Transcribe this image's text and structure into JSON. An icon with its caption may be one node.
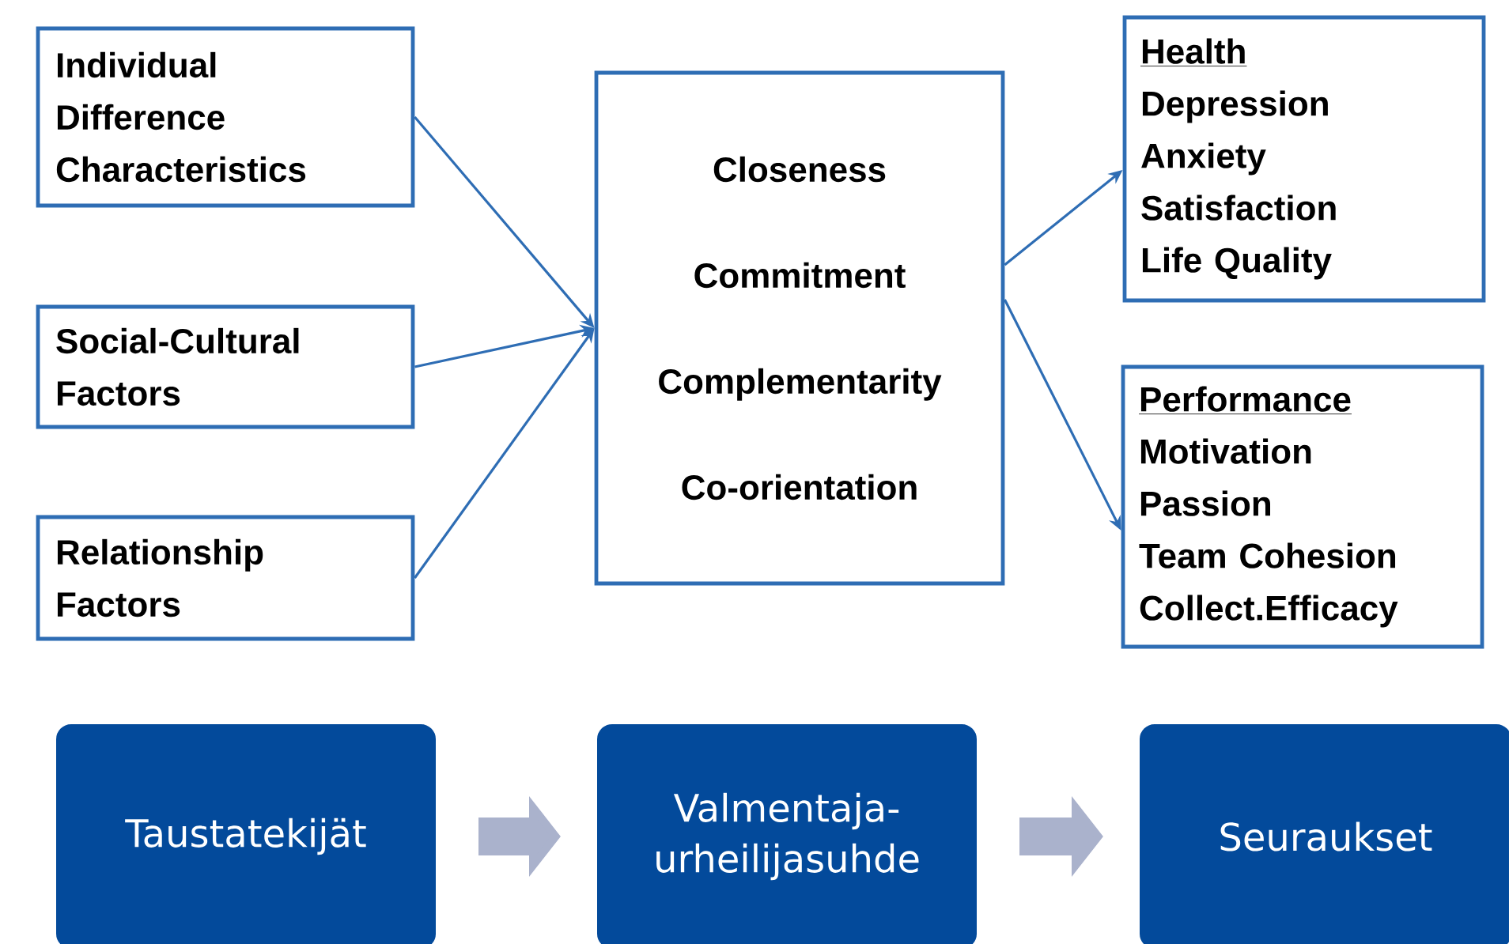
{
  "diagram": {
    "nodes": [
      {
        "text": [
          "Individual Difference Characteristics"
        ]
      },
      {
        "text": [
          "Social-Cultural Factors"
        ]
      },
      {
        "text": [
          "Relationship Factors"
        ]
      },
      {
        "text": [
          "Closeness",
          "Commitment",
          "Complementarity",
          "Co-orientation"
        ]
      },
      {
        "text": [
          "Health",
          "Depression",
          "Anxiety",
          "Satisfaction",
          "Life Quality"
        ]
      },
      {
        "text": [
          "Performance",
          "Motivation",
          "Passion",
          "Team Cohesion",
          "Collect.Efficacy"
        ]
      },
      {
        "text": [
          "Taustatekijät"
        ]
      },
      {
        "text": [
          "Valmentaja-urheilijasuhde"
        ]
      },
      {
        "text": [
          "Seuraukset"
        ]
      }
    ],
    "edges": [
      {
        "from": 0,
        "to": 3,
        "arrow": "to"
      },
      {
        "from": 1,
        "to": 3,
        "arrow": "to"
      },
      {
        "from": 2,
        "to": 3,
        "arrow": "to"
      },
      {
        "from": 3,
        "to": 4,
        "arrow": "to"
      },
      {
        "from": 3,
        "to": 5,
        "arrow": "to"
      },
      {
        "from": 6,
        "to": 7,
        "arrow": "to",
        "style": "thick",
        "color": "#aab2cc"
      },
      {
        "from": 7,
        "to": 8,
        "arrow": "to",
        "style": "thick",
        "color": "#aab2cc"
      }
    ]
  }
}
